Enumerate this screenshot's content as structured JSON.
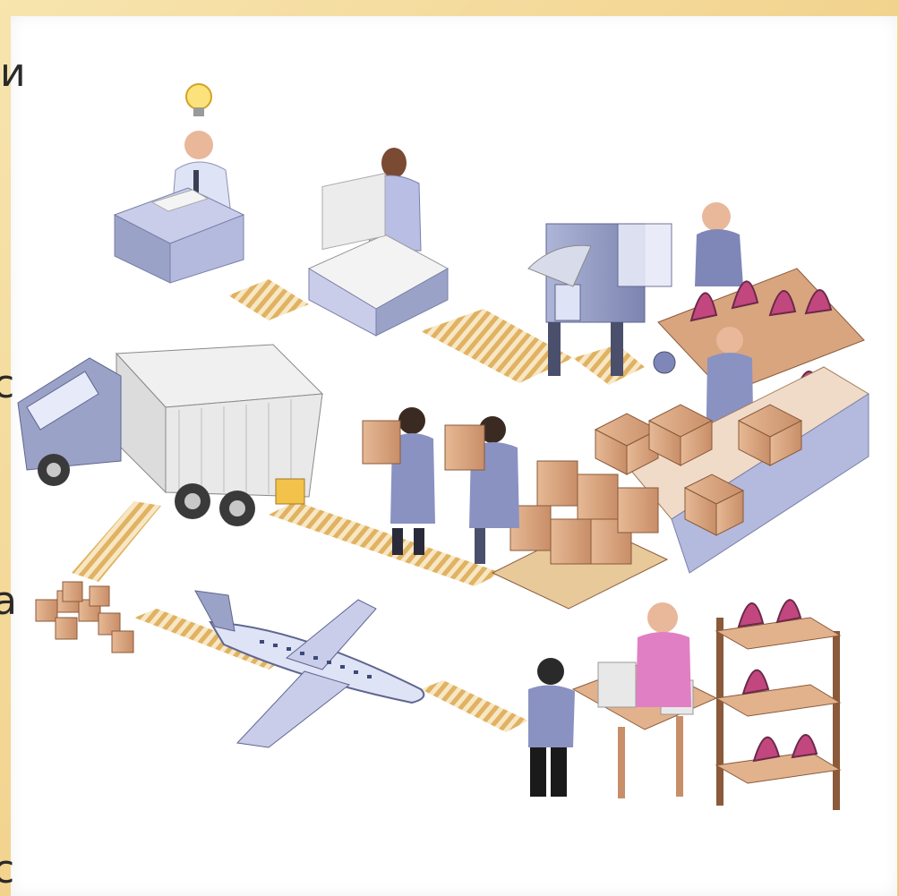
{
  "slide": {
    "clipped_text": [
      "и",
      "с",
      "а",
      "с"
    ]
  },
  "illustration": {
    "scene": "supply-chain",
    "stages": [
      "idea",
      "design",
      "manufacturing",
      "packing",
      "shipping-truck",
      "shipping-plane",
      "retail"
    ],
    "colors": {
      "path": "#e0b262",
      "box": "#d9a57f",
      "machine": "#9aa2c8",
      "iron": "#c2477e",
      "background": "#ffffff",
      "border": "#f1d088"
    }
  }
}
